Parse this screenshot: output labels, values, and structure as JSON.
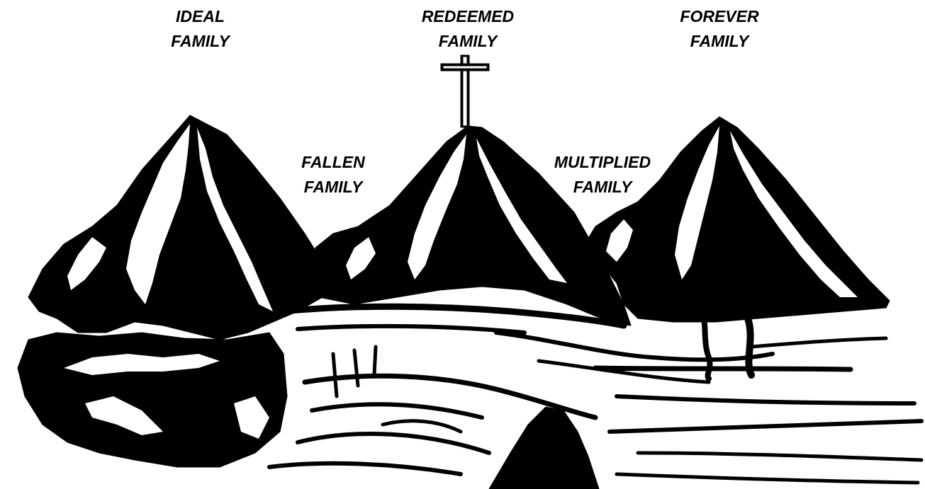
{
  "colors": {
    "ink": "#000000",
    "paper": "#ffffff"
  },
  "labels": {
    "ideal": {
      "line1": "IDEAL",
      "line2": "FAMILY"
    },
    "redeemed": {
      "line1": "REDEEMED",
      "line2": "FAMILY"
    },
    "forever": {
      "line1": "FOREVER",
      "line2": "FAMILY"
    },
    "fallen": {
      "line1": "FALLEN",
      "line2": "FAMILY"
    },
    "multiplied": {
      "line1": "MULTIPLIED",
      "line2": "FAMILY"
    }
  },
  "icons": {
    "cross": "cross-icon"
  }
}
